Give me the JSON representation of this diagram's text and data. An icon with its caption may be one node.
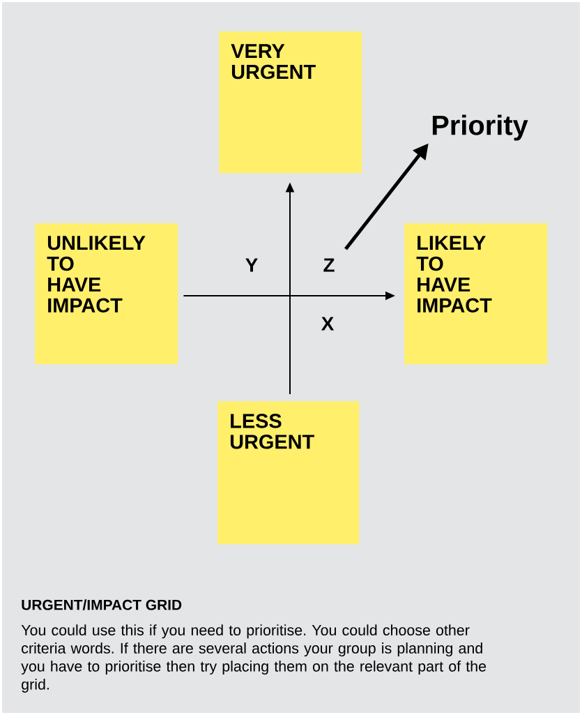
{
  "diagram": {
    "title": "URGENT/IMPACT GRID",
    "caption": "You could use this if you need to prioritise. You could choose other criteria words. If there are several actions your group is planning and you have to prioritise then try placing them on the relevant part of the grid.",
    "nodes": [
      {
        "text": [
          "VERY URGENT"
        ]
      },
      {
        "text": [
          "UNLIKELY TO HAVE IMPACT"
        ]
      },
      {
        "text": [
          "LIKELY TO HAVE IMPACT"
        ]
      },
      {
        "text": [
          "LESS URGENT"
        ]
      },
      {
        "text": [
          "Priority"
        ]
      }
    ],
    "edges": [
      {
        "from": 3,
        "to": 0,
        "arrow": "to"
      },
      {
        "from": 1,
        "to": 2,
        "arrow": "to"
      },
      {
        "from": null,
        "to": 4,
        "arrow": "to",
        "style": "thick"
      }
    ],
    "labels": [
      "Y",
      "Z",
      "X"
    ]
  }
}
